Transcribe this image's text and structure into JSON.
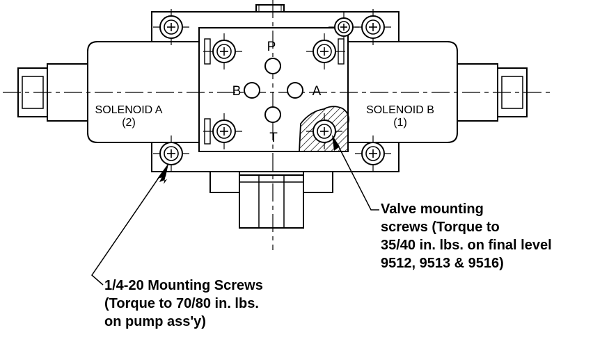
{
  "ports": {
    "p": "P",
    "a": "A",
    "b": "B",
    "t": "T"
  },
  "solenoid_a": {
    "name": "SOLENOID A",
    "num": "(2)"
  },
  "solenoid_b": {
    "name": "SOLENOID B",
    "num": "(1)"
  },
  "callout_valve": {
    "line1": "Valve mounting",
    "line2": "screws (Torque to",
    "line3": "35/40 in. lbs. on final level",
    "line4": "9512, 9513 & 9516)"
  },
  "callout_mount": {
    "line1": "1/4-20 Mounting Screws",
    "line2": "(Torque to 70/80 in. lbs.",
    "line3": "on pump ass'y)"
  }
}
